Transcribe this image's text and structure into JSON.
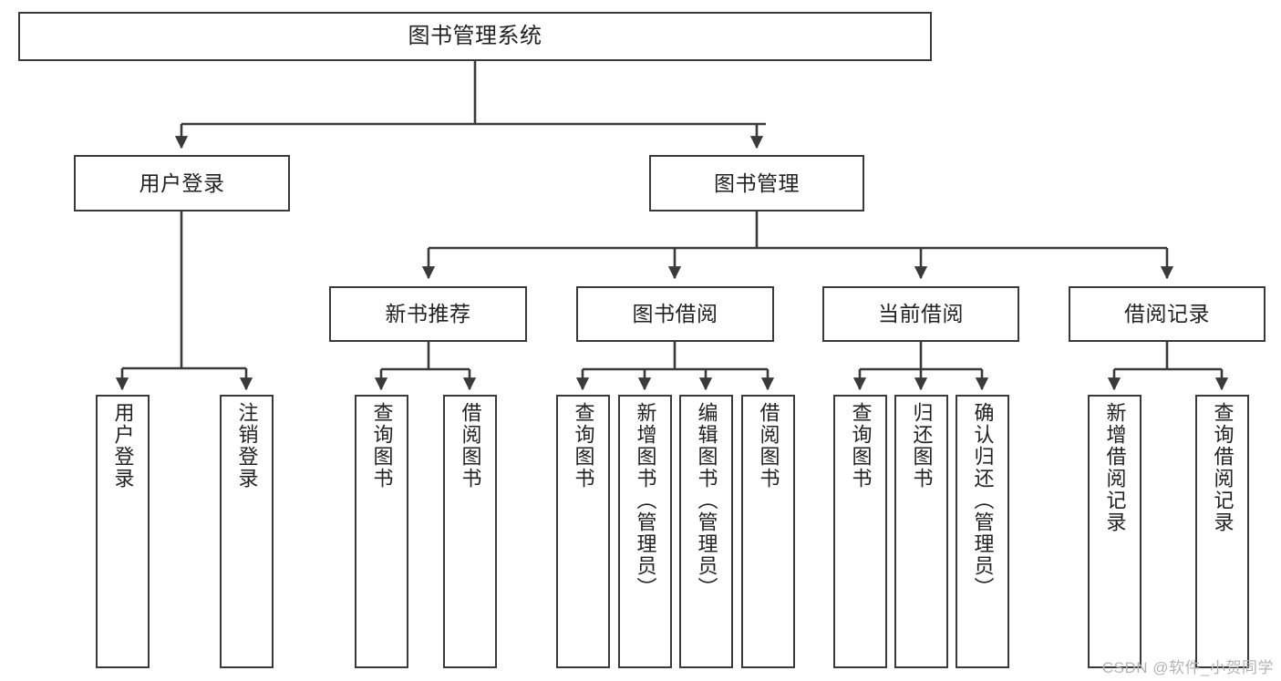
{
  "diagram": {
    "title": "图书管理系统",
    "type": "tree-hierarchy",
    "watermark": "CSDN @软件_小贺同学",
    "colors": {
      "stroke": "#3a3a3a",
      "fill": "#ffffff",
      "text": "#222222",
      "watermark": "#b4b4b4"
    },
    "levels": {
      "root": "图书管理系统",
      "level2": [
        "用户登录",
        "图书管理"
      ],
      "level3": [
        "新书推荐",
        "图书借阅",
        "当前借阅",
        "借阅记录"
      ]
    },
    "nodes": {
      "root": {
        "label": "图书管理系统"
      },
      "user_login": {
        "label": "用户登录"
      },
      "book_manage": {
        "label": "图书管理"
      },
      "new_book_rec": {
        "label": "新书推荐"
      },
      "book_borrow": {
        "label": "图书借阅"
      },
      "current_borrow": {
        "label": "当前借阅"
      },
      "borrow_record": {
        "label": "借阅记录"
      },
      "leaf_user_login": {
        "label": "用户登录"
      },
      "leaf_logout": {
        "label": "注销登录"
      },
      "leaf_query_book_1": {
        "label": "查询图书"
      },
      "leaf_borrow_book_1": {
        "label": "借阅图书"
      },
      "leaf_query_book_2": {
        "label": "查询图书"
      },
      "leaf_add_book": {
        "label": "新增图书（管理员）"
      },
      "leaf_edit_book": {
        "label": "编辑图书（管理员）"
      },
      "leaf_borrow_book_2": {
        "label": "借阅图书"
      },
      "leaf_query_book_3": {
        "label": "查询图书"
      },
      "leaf_return_book": {
        "label": "归还图书"
      },
      "leaf_confirm_return": {
        "label": "确认归还（管理员）"
      },
      "leaf_add_record": {
        "label": "新增借阅记录"
      },
      "leaf_query_record": {
        "label": "查询借阅记录"
      }
    }
  }
}
